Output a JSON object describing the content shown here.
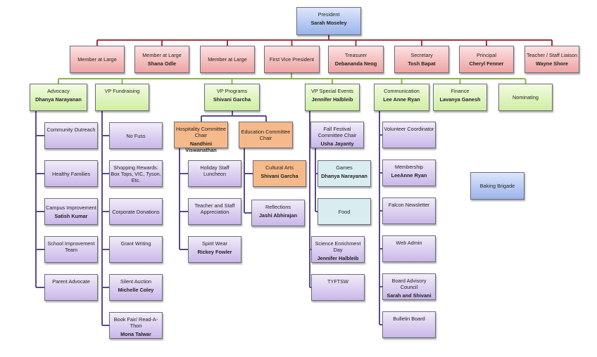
{
  "colors": {
    "level1_line": "#a8313b",
    "level2_line": "#8fb24a",
    "level3_line": "#5b4a8c"
  },
  "boxes": {
    "president": [
      "President",
      "Sarah Moseley"
    ],
    "mal1": [
      "Member at Large",
      ""
    ],
    "mal2": [
      "Member at Large",
      "Shana Odle"
    ],
    "mal3": [
      "Member at Large",
      ""
    ],
    "fvp": [
      "First Vice President",
      ""
    ],
    "treasurer": [
      "Treasurer",
      "Debananda Neog"
    ],
    "secretary": [
      "Secretary",
      "Tosh Bapat"
    ],
    "principal": [
      "Principal",
      "Cheryl Fenner"
    ],
    "liaison": [
      "Teacher / Staff Liaison",
      "Wayne Shore"
    ],
    "advocacy": [
      "Advocacy",
      "Dhanya Narayanan"
    ],
    "vpfund": [
      "VP Fundraising",
      ""
    ],
    "vpprog": [
      "VP Programs",
      "Shivani Garcha"
    ],
    "vpse": [
      "VP Special Events",
      "Jennifer Halbleib"
    ],
    "comm": [
      "Communication",
      "Lee Anne Ryan"
    ],
    "finance": [
      "Finance",
      "Lavanya Ganesh"
    ],
    "nominating": [
      "Nominating",
      ""
    ],
    "a1": [
      "Community Outreach",
      ""
    ],
    "a2": [
      "Healthy Families",
      ""
    ],
    "a3": [
      "Campus Improvement",
      "Satish Kumar"
    ],
    "a4": [
      "School Improvement Team",
      ""
    ],
    "a5": [
      "Parent Advocate",
      ""
    ],
    "f1": [
      "No Fuss",
      ""
    ],
    "f2": [
      "Shopping Rewards: Box Tops, VIC, Tyson, Etc.",
      ""
    ],
    "f3": [
      "Corporate Donations",
      ""
    ],
    "f4": [
      "Grant Writing",
      ""
    ],
    "f5": [
      "Silent Auction",
      "Michelle Coley"
    ],
    "f6": [
      "Book Fair/ Read-A-Thon",
      "Mona Talwar"
    ],
    "hosp": [
      "Hospitality Committee Chair",
      "Nandhini Viswanathan"
    ],
    "edu": [
      "Education Committee Chair",
      ""
    ],
    "h1": [
      "Holiday Staff Luncheon",
      ""
    ],
    "h2": [
      "Teacher and Staff Appreciation",
      ""
    ],
    "h3": [
      "Spirit Wear",
      "Rickey Fowler"
    ],
    "e1": [
      "Cultural Arts",
      "Shivani Garcha"
    ],
    "e2": [
      "Reflections",
      "Jashi Abhirajan"
    ],
    "s1": [
      "Fall Festival Committee Chair",
      "Usha Jayanty"
    ],
    "s1a": [
      "Games",
      "Dhanya Narayanan"
    ],
    "s1b": [
      "Food",
      ""
    ],
    "s2": [
      "Science Enrichment Day",
      "Jennifer Halbleib"
    ],
    "s3": [
      "TYFTSW",
      ""
    ],
    "c1": [
      "Volunteer Coordinator",
      ""
    ],
    "c2": [
      "Membership",
      "LeeAnne Ryan"
    ],
    "c3": [
      "Falcon Newsletter",
      ""
    ],
    "c4": [
      "Web Admin",
      ""
    ],
    "c5": [
      "Board Advisory Council",
      "Sarah and Shivani"
    ],
    "c6": [
      "Bulletin Board",
      ""
    ],
    "baking": [
      "Baking Brigade",
      ""
    ]
  }
}
